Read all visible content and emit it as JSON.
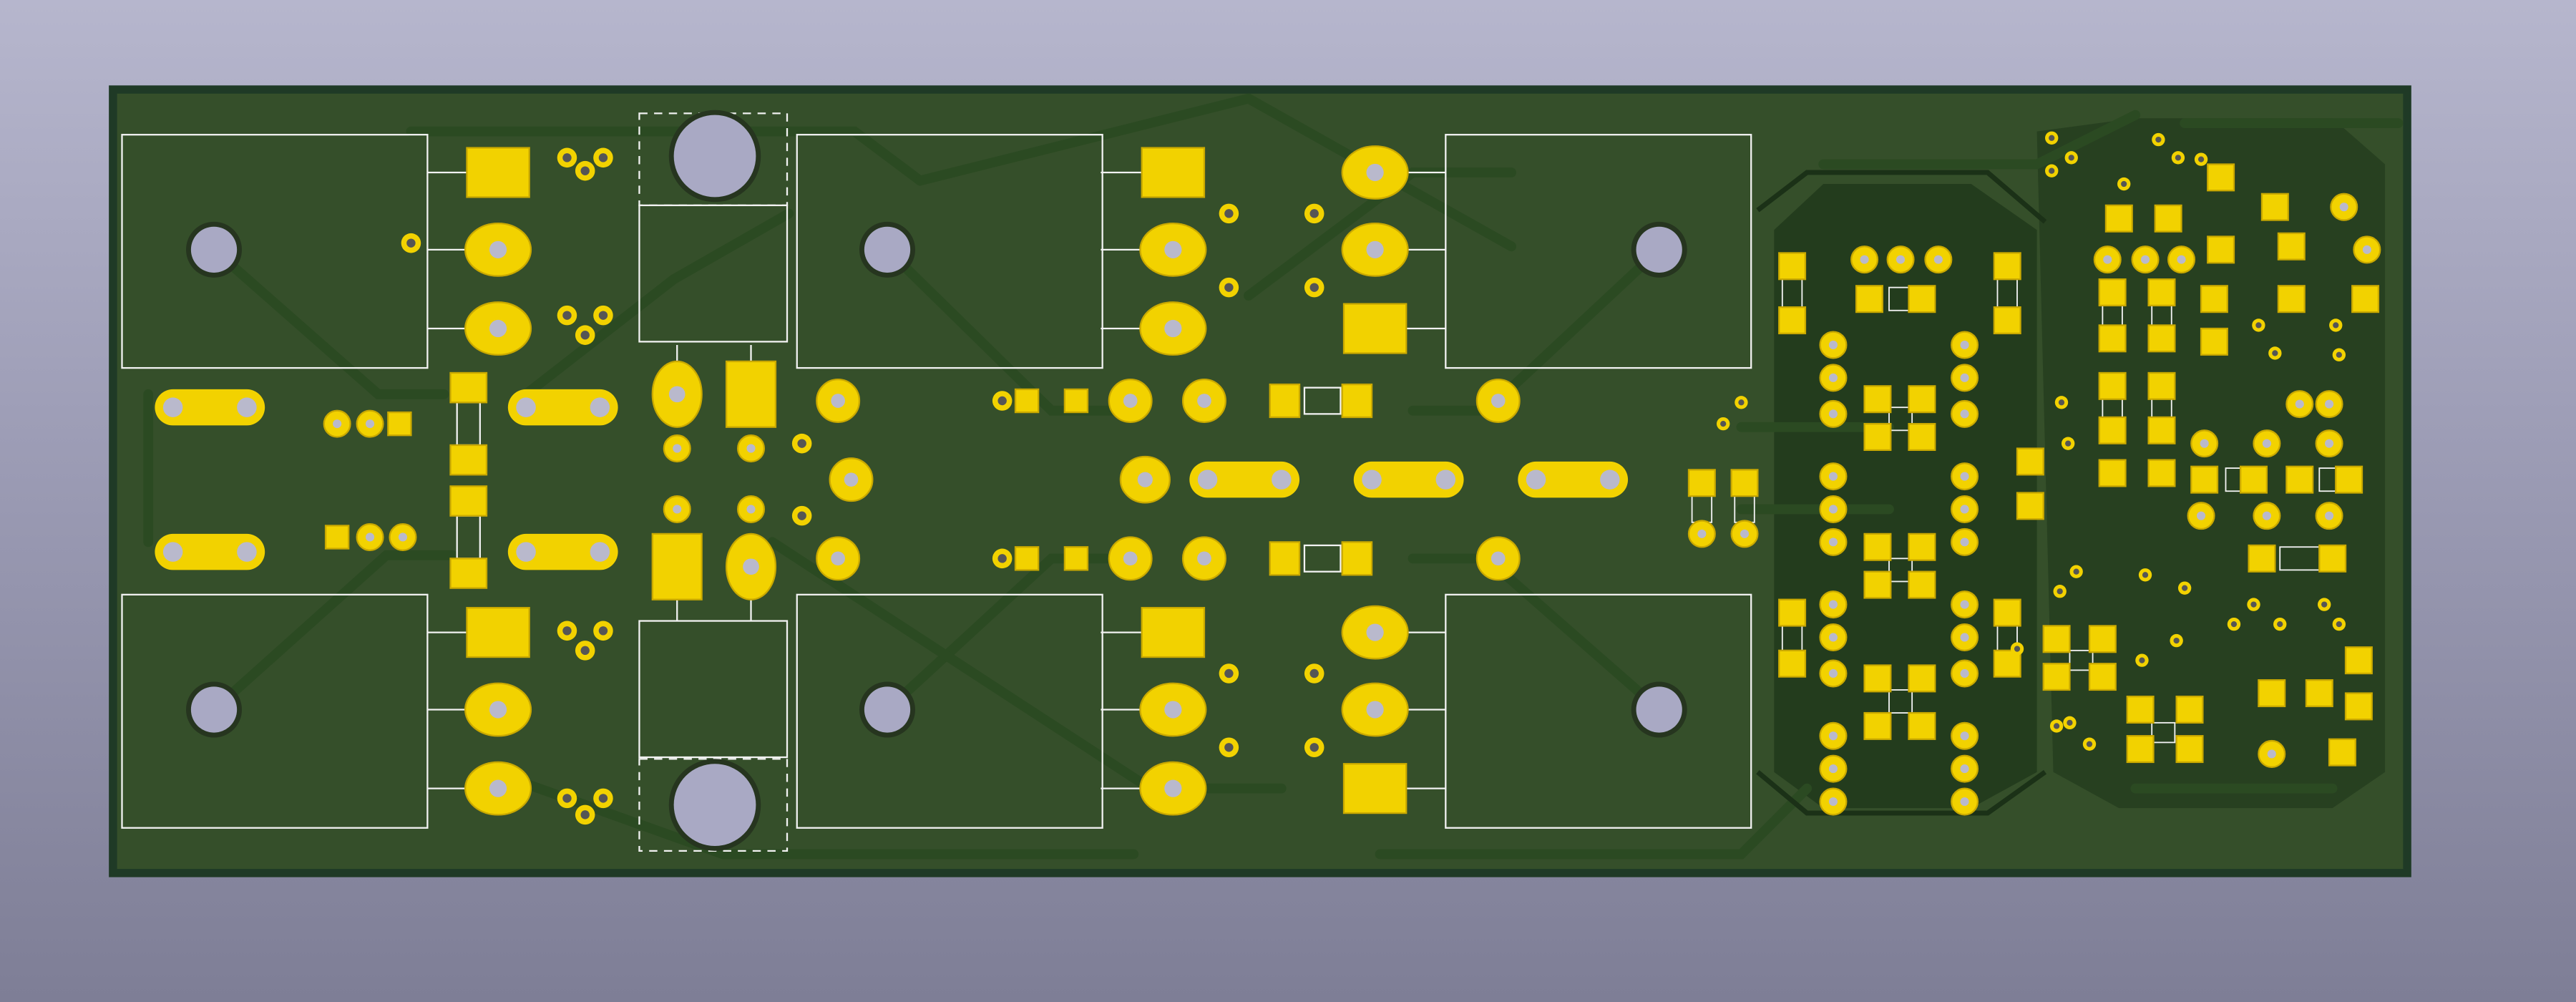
{
  "board": {
    "colors": {
      "background_top": "#b6b6cd",
      "background_bottom": "#7e7e96",
      "substrate": "#354f2a",
      "edge": "#1f3a26",
      "trace": "#2b4a22",
      "copper_pad": "#f2d200",
      "pad_outline": "#caa900",
      "drill_hole": "#a9a9c4",
      "silkscreen": "#f2f2f2"
    },
    "components": {
      "transformer_blocks": 8,
      "mounting_holes": 2,
      "smd_section": "right"
    }
  }
}
